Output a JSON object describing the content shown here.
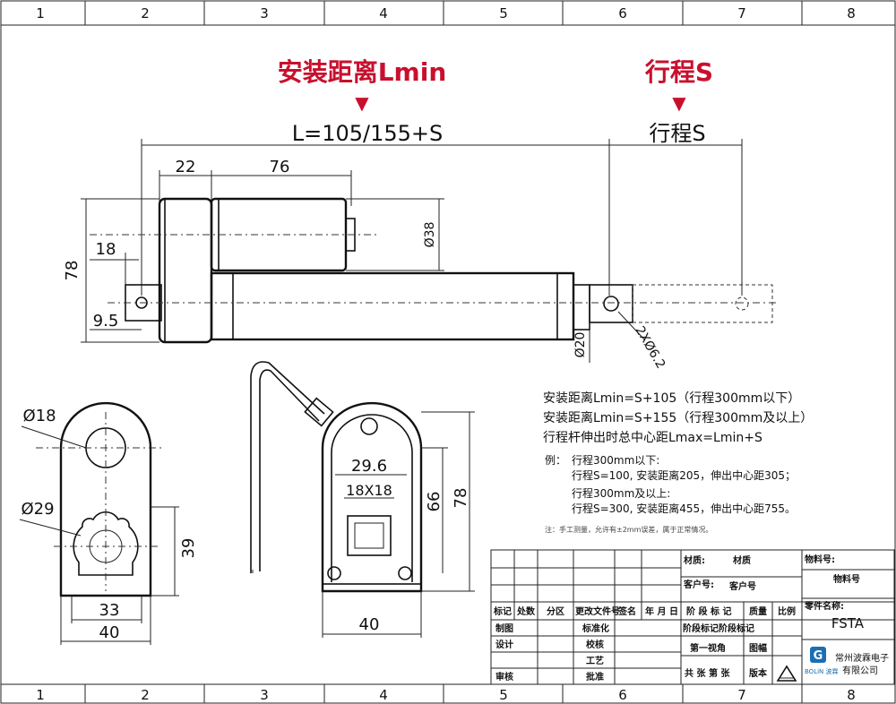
{
  "frame": {
    "columns": [
      "1",
      "2",
      "3",
      "4",
      "5",
      "6",
      "7",
      "8"
    ]
  },
  "header": {
    "install_distance": "安装距离Lmin",
    "stroke": "行程S",
    "arrow": "▼"
  },
  "dimensions": {
    "total_length": "L=105/155+S",
    "stroke_label": "行程S",
    "d22": "22",
    "d76": "76",
    "d18": "18",
    "d78": "78",
    "d9_5": "9.5",
    "d38": "Ø38",
    "d20": "Ø20",
    "hole": "2XØ6.2",
    "phi18": "Ø18",
    "phi29": "Ø29",
    "d39": "39",
    "d33": "33",
    "d40": "40",
    "d29_6": "29.6",
    "d18x18": "18X18",
    "d66": "66",
    "d78b": "78",
    "d40b": "40"
  },
  "notes": {
    "line1": "安装距离Lmin=S+105（行程300mm以下）",
    "line2": "安装距离Lmin=S+155（行程300mm及以上）",
    "line3": "行程杆伸出时总中心距Lmax=Lmin+S",
    "example_label": "例：",
    "ex1_title": "行程300mm以下:",
    "ex1_body": "行程S=100, 安装距离205，伸出中心距305；",
    "ex2_title": "行程300mm及以上:",
    "ex2_body": "行程S=300, 安装距离455，伸出中心距755。",
    "footnote": "注：手工测量，允许有±2mm误差，属于正常情况。"
  },
  "title_block": {
    "material_label": "材质:",
    "material_value": "材质",
    "customer_label": "客户号:",
    "customer_value": "客户号",
    "part_no_label": "物料号:",
    "part_no_value": "物料号",
    "part_name_label": "零件名称:",
    "part_name_value": "FSTA",
    "headers": [
      "标记",
      "处数",
      "分区",
      "更改文件号",
      "签名",
      "年 月 日"
    ],
    "stage_mark": "阶 段 标 记",
    "quality": "质量",
    "scale": "比例",
    "rows": [
      "制图",
      "设计",
      "",
      "审核"
    ],
    "std": "标准化",
    "check": "校核",
    "process": "工艺",
    "approve": "批准",
    "stage_mark2": "阶段标记阶段标记",
    "view": "第一视角",
    "drawing": "图幅",
    "sheets": "共   张   第   张",
    "version": "版本",
    "company_line1": "常州波霖电子",
    "company_line2": "有限公司",
    "brand": "BOLiN 波霖"
  }
}
